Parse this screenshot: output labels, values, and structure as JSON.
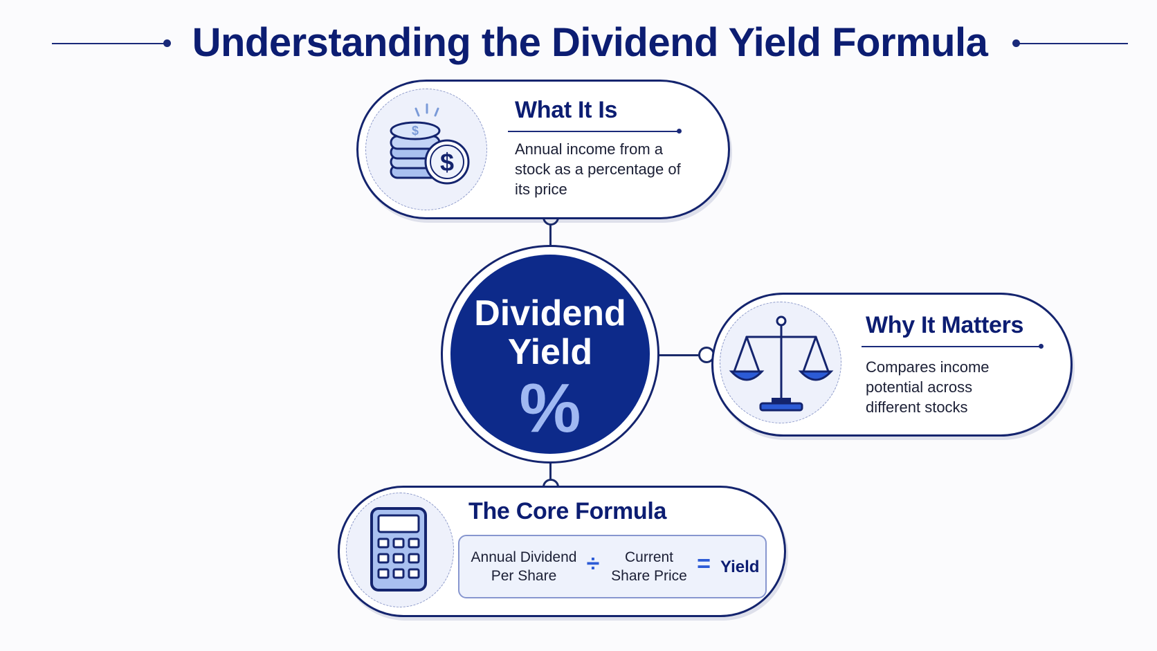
{
  "title": "Understanding the Dividend Yield Formula",
  "hub": {
    "line1": "Dividend",
    "line2": "Yield",
    "symbol": "%",
    "icon": "percent-symbol"
  },
  "cards": {
    "what": {
      "title": "What It Is",
      "body": "Annual income from a stock as a percentage of its price",
      "icon": "coin-stack-dollar-icon"
    },
    "why": {
      "title": "Why It Matters",
      "body": "Compares income potential across different stocks",
      "icon": "balance-scale-icon"
    },
    "formula": {
      "title": "The Core Formula",
      "icon": "calculator-icon",
      "numerator": "Annual Dividend Per Share",
      "divide_op": "÷",
      "denominator": "Current Share Price",
      "equals_op": "=",
      "result": "Yield"
    }
  },
  "colors": {
    "navy": "#0c1d72",
    "hub_fill": "#0d2a8a",
    "accent_blue": "#2c5bd6",
    "light_fill": "#eef2fc"
  }
}
